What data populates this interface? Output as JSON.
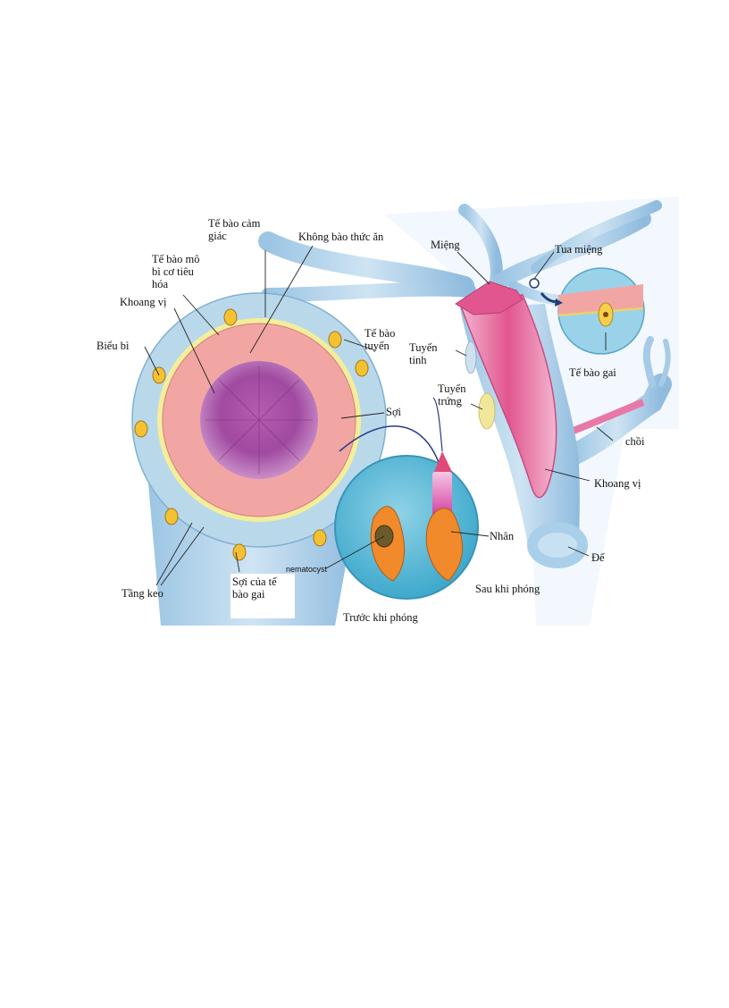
{
  "labels": {
    "te_bao_cam_giac": "Tế bào cảm\ngiác",
    "khong_bao_thuc_an": "Không bào thức ăn",
    "te_bao_mo_bi": "Tế bào mô\nbì cơ tiêu\nhóa",
    "khoang_vi_left": "Khoang vị",
    "bieu_bi": "Biểu bì",
    "te_bao_tuyen": "Tế bào\ntuyến",
    "soi": "Sợi",
    "tang_keo": "Tầng keo",
    "soi_cua_te_bao_gai": "Sợi của tế\nbào gai",
    "nematocyst": "nematocyst",
    "nhan": "Nhân",
    "sau_khi_phong": "Sau khi phóng",
    "truoc_khi_phong": "Trước khi phóng",
    "mieng": "Miệng",
    "tua_mieng": "Tua miệng",
    "tuyen_tinh": "Tuyến\ntinh",
    "tuyen_trung": "Tuyến\ntrứng",
    "te_bao_gai": "Tế bào gai",
    "choi": "chồi",
    "khoang_vi_right": "Khoang vị",
    "de": "Đế"
  },
  "colors": {
    "epidermis_blue": "#b9d9ea",
    "mesoglea_yellow": "#f4ee9a",
    "gastrodermis_pink": "#f2a6a4",
    "cavity_purple": "#a04aa0",
    "lens_blue": "#5bb8d6",
    "cnidocyte_orange": "#f08a2a",
    "body_pink": "#e2568f"
  }
}
